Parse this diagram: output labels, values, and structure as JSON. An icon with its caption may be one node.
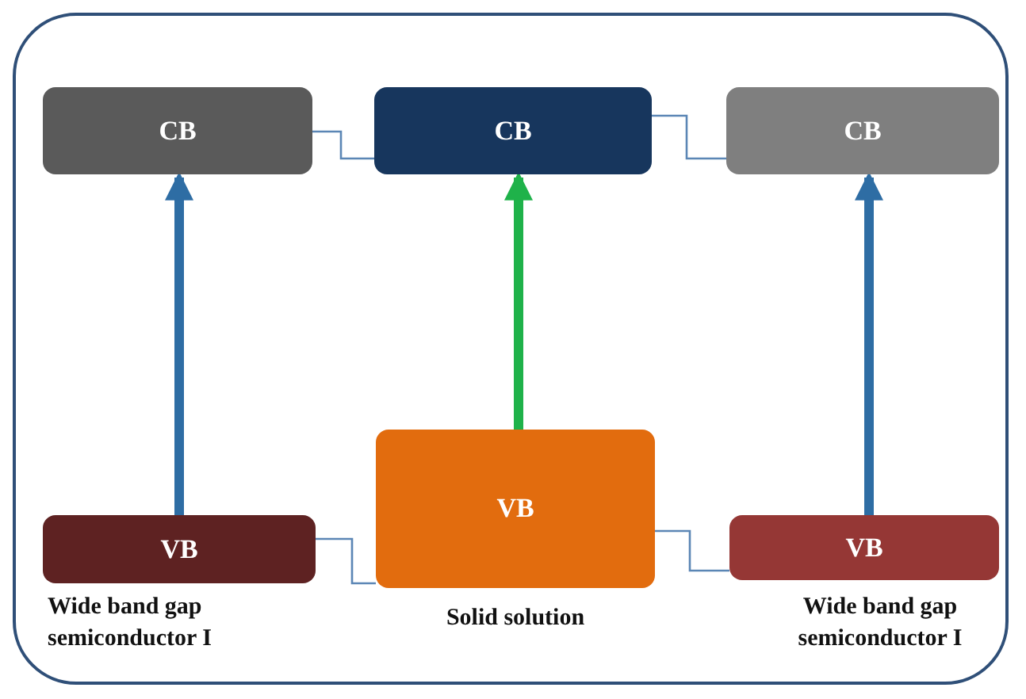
{
  "diagram": {
    "nodes": [
      {
        "text": [
          "CB"
        ]
      },
      {
        "text": [
          "CB"
        ]
      },
      {
        "text": [
          "CB"
        ]
      },
      {
        "text": [
          "VB"
        ],
        "beside": [
          "Wide band gap semiconductor I"
        ]
      },
      {
        "text": [
          "VB"
        ],
        "beside": [
          "Solid solution"
        ]
      },
      {
        "text": [
          "VB"
        ],
        "beside": [
          "Wide band gap semiconductor I"
        ]
      }
    ],
    "edges": [
      {
        "from": 3,
        "to": 0,
        "arrow": "to",
        "style": "thick",
        "color": "#2e6da4"
      },
      {
        "from": 4,
        "to": 1,
        "arrow": "to",
        "style": "thick",
        "color": "#1fb24a"
      },
      {
        "from": 5,
        "to": 2,
        "arrow": "to",
        "style": "thick",
        "color": "#2e6da4"
      },
      {
        "from": 0,
        "to": 1,
        "arrow": "none"
      },
      {
        "from": 1,
        "to": 2,
        "arrow": "none"
      },
      {
        "from": 3,
        "to": 4,
        "arrow": "none"
      },
      {
        "from": 4,
        "to": 5,
        "arrow": "none"
      }
    ]
  }
}
